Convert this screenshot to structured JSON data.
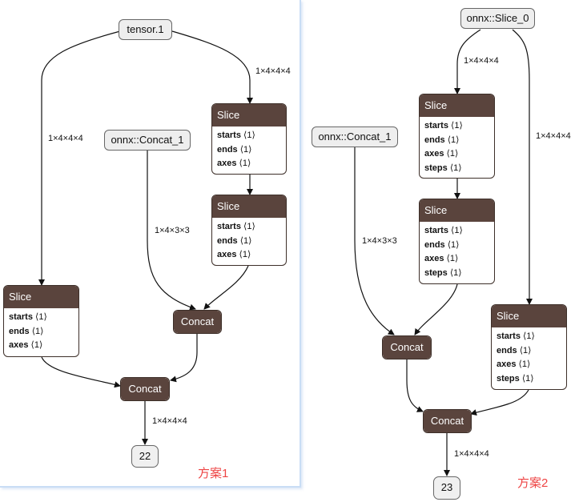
{
  "left": {
    "input_tensor": "tensor.1",
    "input_concat": "onnx::Concat_1",
    "slice_a": {
      "title": "Slice",
      "attrs": [
        {
          "name": "starts",
          "value": "⟨1⟩"
        },
        {
          "name": "ends",
          "value": "⟨1⟩"
        },
        {
          "name": "axes",
          "value": "⟨1⟩"
        }
      ]
    },
    "slice_b": {
      "title": "Slice",
      "attrs": [
        {
          "name": "starts",
          "value": "⟨1⟩"
        },
        {
          "name": "ends",
          "value": "⟨1⟩"
        },
        {
          "name": "axes",
          "value": "⟨1⟩"
        }
      ]
    },
    "slice_c": {
      "title": "Slice",
      "attrs": [
        {
          "name": "starts",
          "value": "⟨1⟩"
        },
        {
          "name": "ends",
          "value": "⟨1⟩"
        },
        {
          "name": "axes",
          "value": "⟨1⟩"
        }
      ]
    },
    "concat_inner": "Concat",
    "concat_outer": "Concat",
    "output": "22",
    "edge_labels": {
      "tensor_to_slice_a": "1×4×4×4",
      "tensor_to_slice_b": "1×4×4×4",
      "concat1_to_concat": "1×4×3×3",
      "concat_to_output": "1×4×4×4"
    },
    "scheme_label": "方案1"
  },
  "right": {
    "input_slice": "onnx::Slice_0",
    "input_concat": "onnx::Concat_1",
    "slice_a": {
      "title": "Slice",
      "attrs": [
        {
          "name": "starts",
          "value": "⟨1⟩"
        },
        {
          "name": "ends",
          "value": "⟨1⟩"
        },
        {
          "name": "axes",
          "value": "⟨1⟩"
        },
        {
          "name": "steps",
          "value": "⟨1⟩"
        }
      ]
    },
    "slice_b": {
      "title": "Slice",
      "attrs": [
        {
          "name": "starts",
          "value": "⟨1⟩"
        },
        {
          "name": "ends",
          "value": "⟨1⟩"
        },
        {
          "name": "axes",
          "value": "⟨1⟩"
        },
        {
          "name": "steps",
          "value": "⟨1⟩"
        }
      ]
    },
    "slice_c": {
      "title": "Slice",
      "attrs": [
        {
          "name": "starts",
          "value": "⟨1⟩"
        },
        {
          "name": "ends",
          "value": "⟨1⟩"
        },
        {
          "name": "axes",
          "value": "⟨1⟩"
        },
        {
          "name": "steps",
          "value": "⟨1⟩"
        }
      ]
    },
    "concat_inner": "Concat",
    "concat_outer": "Concat",
    "output": "23",
    "edge_labels": {
      "input_to_slice_a": "1×4×4×4",
      "input_to_slice_c": "1×4×4×4",
      "concat1_to_concat": "1×4×3×3",
      "concat_to_output": "1×4×4×4"
    },
    "scheme_label": "方案2"
  }
}
